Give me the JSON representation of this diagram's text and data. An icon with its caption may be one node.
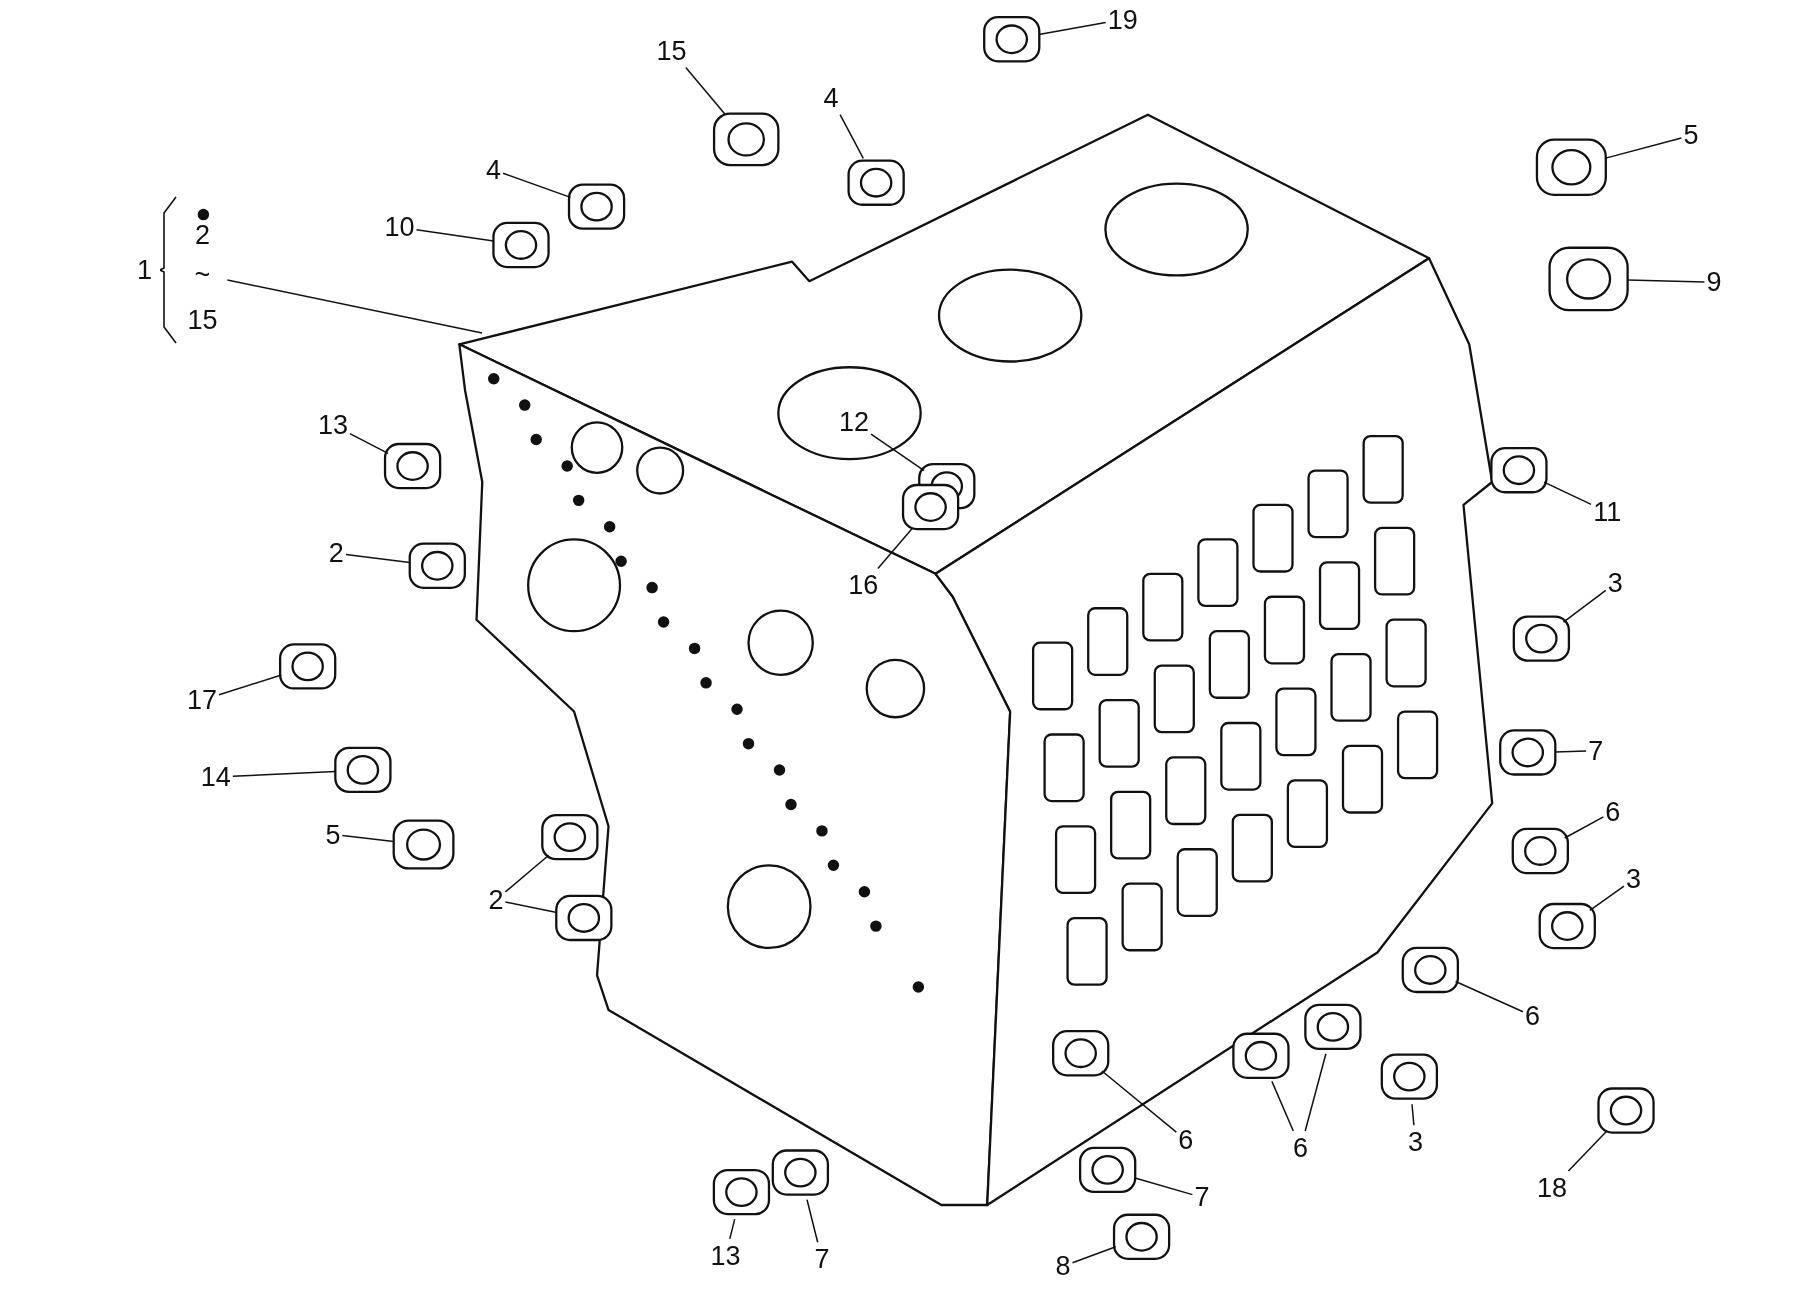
{
  "diagram": {
    "nodes": [
      {
        "text": [
          "1",
          "2",
          "~",
          "15"
        ]
      },
      {
        "text": [
          "15"
        ]
      },
      {
        "text": [
          "4"
        ]
      },
      {
        "text": [
          "19"
        ]
      },
      {
        "text": [
          "4"
        ]
      },
      {
        "text": [
          "10"
        ]
      },
      {
        "text": [
          "5"
        ]
      },
      {
        "text": [
          "9"
        ]
      },
      {
        "text": [
          "13"
        ]
      },
      {
        "text": [
          "12"
        ]
      },
      {
        "text": [
          "11"
        ]
      },
      {
        "text": [
          "2"
        ]
      },
      {
        "text": [
          "16"
        ]
      },
      {
        "text": [
          "3"
        ]
      },
      {
        "text": [
          "17"
        ]
      },
      {
        "text": [
          "7"
        ]
      },
      {
        "text": [
          "14"
        ]
      },
      {
        "text": [
          "6"
        ]
      },
      {
        "text": [
          "5"
        ]
      },
      {
        "text": [
          "3"
        ]
      },
      {
        "text": [
          "2"
        ]
      },
      {
        "text": [
          "6"
        ]
      },
      {
        "text": [
          "6"
        ]
      },
      {
        "text": [
          "6"
        ]
      },
      {
        "text": [
          "3"
        ]
      },
      {
        "text": [
          "18"
        ]
      },
      {
        "text": [
          "7"
        ]
      },
      {
        "text": [
          "13"
        ]
      },
      {
        "text": [
          "7"
        ]
      },
      {
        "text": [
          "8"
        ]
      }
    ],
    "edges": [
      {
        "from": 0,
        "to": null,
        "arrow": "none"
      },
      {
        "from": 1,
        "to": null,
        "arrow": "none"
      },
      {
        "from": 2,
        "to": null,
        "arrow": "none"
      },
      {
        "from": 3,
        "to": null,
        "arrow": "none"
      },
      {
        "from": 4,
        "to": null,
        "arrow": "none"
      },
      {
        "from": 5,
        "to": null,
        "arrow": "none"
      },
      {
        "from": 6,
        "to": null,
        "arrow": "none"
      },
      {
        "from": 7,
        "to": null,
        "arrow": "none"
      },
      {
        "from": 8,
        "to": null,
        "arrow": "none"
      },
      {
        "from": 9,
        "to": null,
        "arrow": "none"
      },
      {
        "from": 10,
        "to": null,
        "arrow": "none"
      },
      {
        "from": 11,
        "to": null,
        "arrow": "none"
      },
      {
        "from": 12,
        "to": null,
        "arrow": "none"
      },
      {
        "from": 13,
        "to": null,
        "arrow": "none"
      },
      {
        "from": 14,
        "to": null,
        "arrow": "none"
      },
      {
        "from": 15,
        "to": null,
        "arrow": "none"
      },
      {
        "from": 16,
        "to": null,
        "arrow": "none"
      },
      {
        "from": 17,
        "to": null,
        "arrow": "none"
      },
      {
        "from": 18,
        "to": null,
        "arrow": "none"
      },
      {
        "from": 19,
        "to": null,
        "arrow": "none"
      },
      {
        "from": 20,
        "to": null,
        "arrow": "none"
      },
      {
        "from": 20,
        "to": null,
        "arrow": "none"
      },
      {
        "from": 21,
        "to": null,
        "arrow": "none"
      },
      {
        "from": 22,
        "to": null,
        "arrow": "none"
      },
      {
        "from": 23,
        "to": null,
        "arrow": "none"
      },
      {
        "from": 23,
        "to": null,
        "arrow": "none"
      },
      {
        "from": 24,
        "to": null,
        "arrow": "none"
      },
      {
        "from": 25,
        "to": null,
        "arrow": "none"
      },
      {
        "from": 26,
        "to": null,
        "arrow": "none"
      },
      {
        "from": 27,
        "to": null,
        "arrow": "none"
      },
      {
        "from": 28,
        "to": null,
        "arrow": "none"
      },
      {
        "from": 29,
        "to": null,
        "arrow": "none"
      }
    ]
  }
}
